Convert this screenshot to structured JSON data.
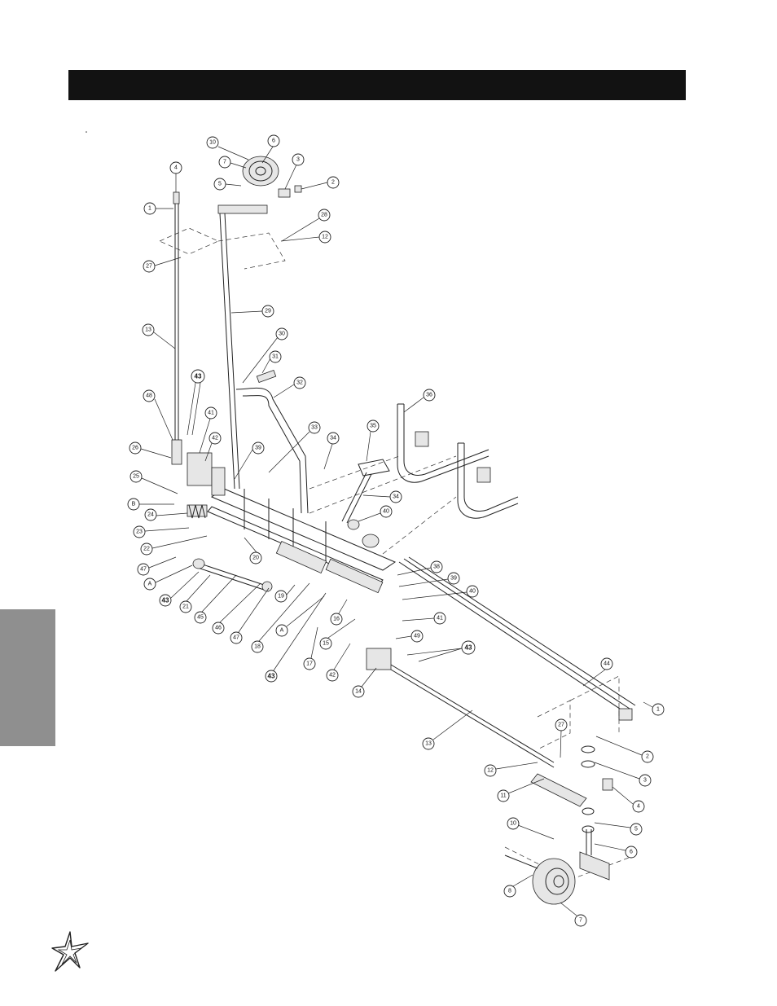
{
  "page": {
    "header_bar_color": "#121212",
    "side_tab_color": "#8f8f8f"
  },
  "diagram": {
    "callouts": [
      "10",
      "6",
      "7",
      "3",
      "5",
      "2",
      "4",
      "1",
      "28",
      "12",
      "27",
      "29",
      "13",
      "30",
      "31",
      "43",
      "32",
      "48",
      "41",
      "26",
      "42",
      "39",
      "33",
      "34",
      "35",
      "36",
      "25",
      "B",
      "24",
      "23",
      "22",
      "20",
      "47",
      "A",
      "43",
      "21",
      "45",
      "46",
      "47",
      "19",
      "18",
      "A",
      "17",
      "43",
      "16",
      "15",
      "42",
      "40",
      "34",
      "38",
      "39",
      "40",
      "41",
      "49",
      "43",
      "14",
      "44",
      "1",
      "13",
      "27",
      "2",
      "12",
      "3",
      "11",
      "4",
      "5",
      "10",
      "6",
      "8",
      "7"
    ]
  },
  "logo": {
    "icon": "star-burst-logo-icon"
  }
}
